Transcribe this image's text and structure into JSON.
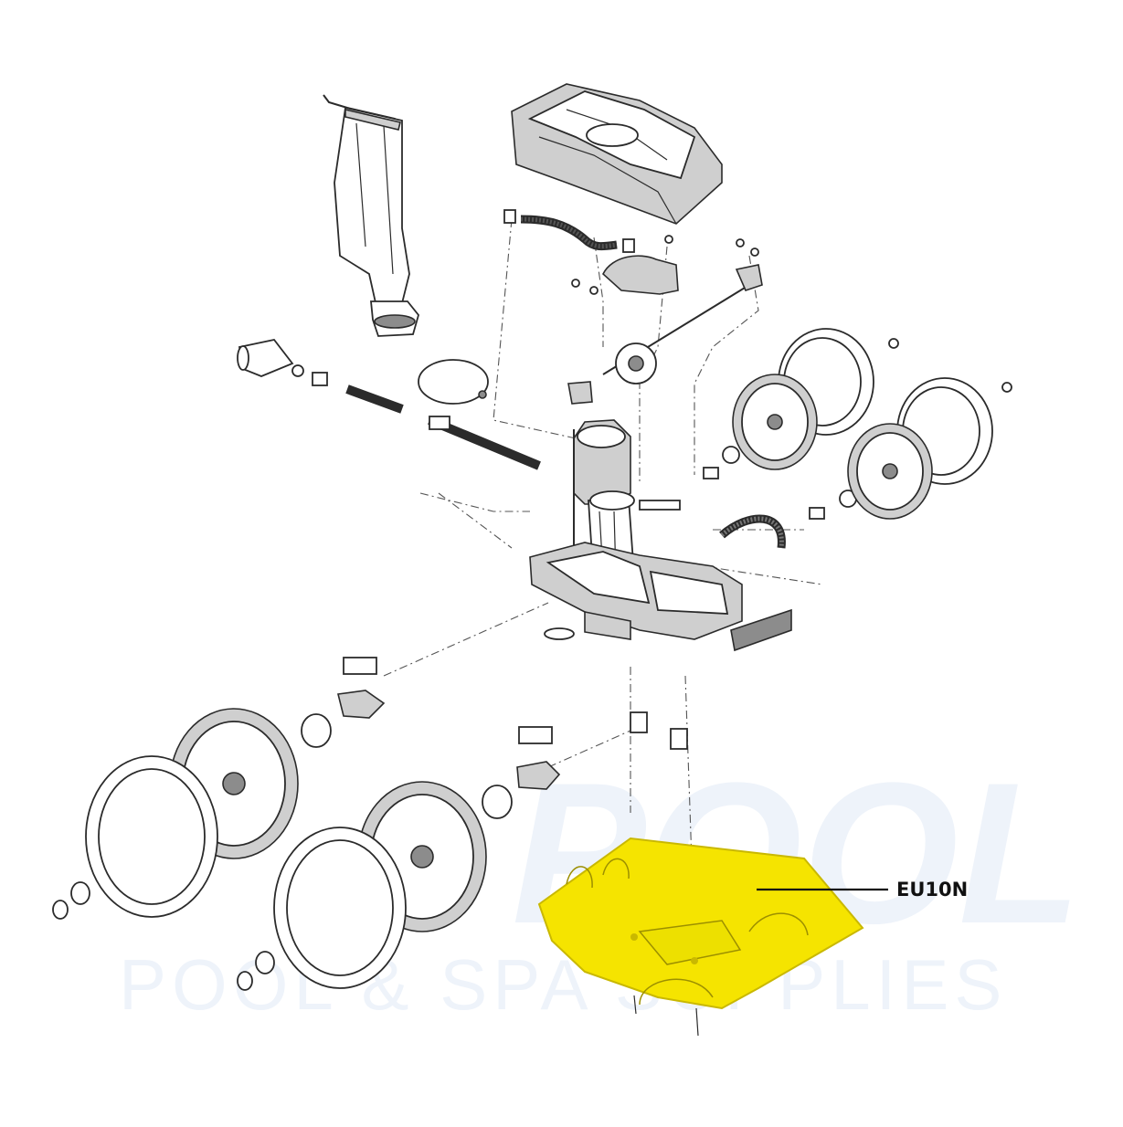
{
  "watermark": {
    "brand": "POOL",
    "tagline": "POOL & SPA SUPPLIES"
  },
  "callout": {
    "part_code": "EU10N"
  },
  "colors": {
    "highlight_fill": "#f5e400",
    "highlight_stroke": "#c9b800",
    "line": "#2b2b2b",
    "watermark": "#eef3fa"
  }
}
